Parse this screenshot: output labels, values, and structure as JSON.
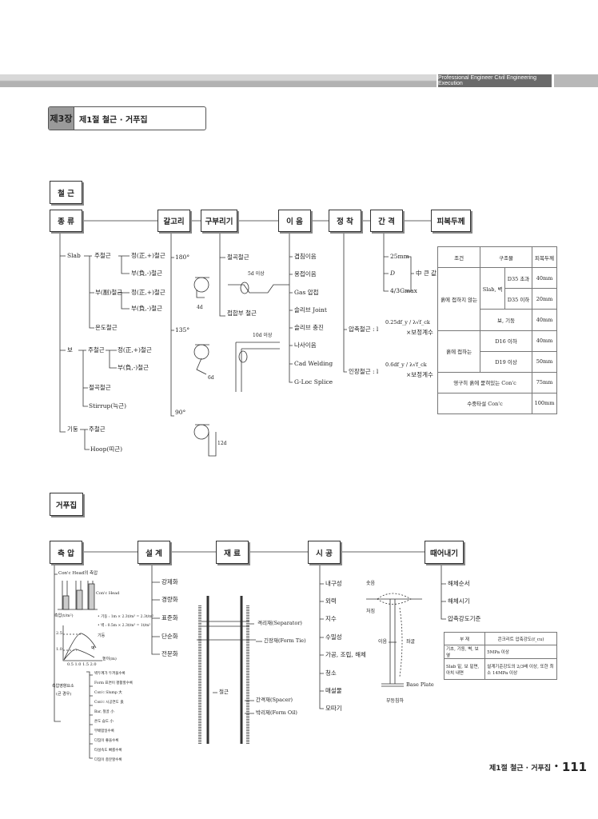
{
  "header": {
    "banner": "Professional Engineer Civil Engineering Execution"
  },
  "chapter": {
    "number": "제3장",
    "title": "제1절 철근 · 거푸집"
  },
  "rebar": {
    "section_title": "철 근",
    "nodes": [
      "종 류",
      "갈고리",
      "구부리기",
      "이 음",
      "정 착",
      "간 격",
      "피복두께"
    ],
    "types": {
      "slab": "Slab",
      "main": "주철근",
      "positive": "정(正,+)철근",
      "negative": "부(負,-)철근",
      "secondary": "부(副)철근",
      "temperature": "온도철근",
      "beam": "보",
      "bent": "절곡철근",
      "stirrup": "Stirrup(늑근)",
      "column": "기둥",
      "hoop": "Hoop(띠근)"
    },
    "hooks": {
      "a180": "180°",
      "a135": "135°",
      "a90": "90°",
      "d4": "4d",
      "d6": "6d",
      "d12": "12d"
    },
    "bending": {
      "bent_bar": "절곡철근",
      "bent_note": "5d 이상",
      "joint_bar": "접합부 철근",
      "joint_note": "10d 이상"
    },
    "splices": [
      "겹침이음",
      "용접이음",
      "Gas 압접",
      "슬리브 Joint",
      "슬리브 충진",
      "나사이음",
      "Cad Welding",
      "G-Loc Splice"
    ],
    "anchorage": {
      "compression": "압축철근 : l",
      "compression_formula": "0.25df_y / λ√f_ck",
      "tension": "인장철근 : l",
      "tension_formula": "0.6df_y / λ√f_ck",
      "factor": "×보정계수"
    },
    "spacing": {
      "items": [
        "25mm",
        "D",
        "4/3Gmax"
      ],
      "rule": "中 큰 값"
    },
    "cover_table": {
      "headers": [
        "조건",
        "구조물",
        "피복두께"
      ],
      "not_exposed": "흙에 접하지 않는",
      "slab_wall": "Slab, 벽",
      "d35_over": "D35 초과",
      "d35_under": "D35 이하",
      "beam_col": "보, 기둥",
      "exposed": "흙에 접하는",
      "d16": "D16 이하",
      "d19": "D19 이상",
      "buried": "영구히 흙에 묻혀있는 Con'c",
      "underwater": "수중타설 Con'c",
      "values": [
        "40mm",
        "20mm",
        "40mm",
        "40mm",
        "50mm",
        "75mm",
        "100mm"
      ]
    }
  },
  "formwork": {
    "section_title": "거푸집",
    "nodes": [
      "측 압",
      "설 계",
      "재 료",
      "시 공",
      "때어내기"
    ],
    "pressure": {
      "head": "Con'c Head의 측압",
      "head_label": "Con'c Head",
      "ylabel": "측압(t/m²)",
      "col_formula": "• 기둥 : 1m × 2.3t/m³ = 2.3t/m²",
      "wall_formula": "• 벽 : 0.5m × 2.3t/m³ = 1t/m²",
      "y_ticks": [
        "2.5",
        "1.0"
      ],
      "x_ticks": "0.5 1.0 1.5 2.0",
      "xlabel": "높이(m)",
      "curve_col": "기둥",
      "curve_wall": "벽",
      "factors_label": "측압영향요소",
      "factors_sub": "(큰 경우)",
      "factors": [
        "벽두께가 두꺼울수록",
        "Form 표면이 평활할수록",
        "Con'c Slump 大",
        "Con'c 시공연도 良",
        "Bar, 철골 小",
        "온도 습도 小",
        "부배합일수록",
        "다짐이 좋을수록",
        "타설속도 빠를수록",
        "다짐이 충분할수록"
      ]
    },
    "design": [
      "강제화",
      "경량화",
      "표준화",
      "단순화",
      "전문화"
    ],
    "materials": {
      "separator": "격리재(Separator)",
      "form_tie": "긴장재(Form Tie)",
      "rebar": "철근",
      "spacer": "간격재(Spacer)",
      "form_oil": "박리제(Form Oil)"
    },
    "construction": [
      "내구성",
      "외력",
      "지수",
      "수밀성",
      "가공, 조립, 해체",
      "청소",
      "매설물",
      "모따기"
    ],
    "shoring": {
      "camber": "솟음",
      "deflection": "처짐",
      "joint": "이음",
      "buckling": "좌굴",
      "base_plate": "Base Plate",
      "settlement": "부등침하"
    },
    "removal": {
      "items": [
        "해체순서",
        "해체시기",
        "압축강도기준"
      ],
      "table": {
        "headers": [
          "부 재",
          "콘크리트 압축강도(f_cu)"
        ],
        "rows": [
          [
            "기초, 기둥, 벽, 보 옆",
            "5MPa 이상"
          ],
          [
            "Slab 밑, 보 밑면, 아치 내면",
            "설계기준강도의 2/3배 이상, 또한 최소 14MPa 이상"
          ]
        ]
      }
    }
  },
  "footer": {
    "section": "제1절 철근 · 거푸집",
    "bullet": "•",
    "page": "111"
  }
}
